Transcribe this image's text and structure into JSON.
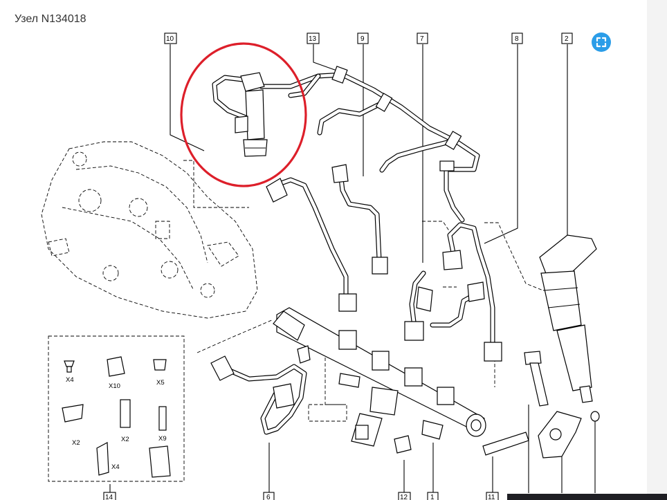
{
  "header": {
    "title": "Узел N134018"
  },
  "colors": {
    "highlight": "#dd1f2a",
    "accent": "#2b9de8"
  },
  "callouts": [
    {
      "id": "c10",
      "label": "10"
    },
    {
      "id": "c13",
      "label": "13"
    },
    {
      "id": "c9",
      "label": "9"
    },
    {
      "id": "c7",
      "label": "7"
    },
    {
      "id": "c8",
      "label": "8"
    },
    {
      "id": "c2",
      "label": "2"
    },
    {
      "id": "c14",
      "label": "14"
    },
    {
      "id": "c6",
      "label": "6"
    },
    {
      "id": "c12",
      "label": "12"
    },
    {
      "id": "c1",
      "label": "1"
    },
    {
      "id": "c11",
      "label": "11"
    }
  ],
  "kit_labels": [
    "X4",
    "X10",
    "X5",
    "X2",
    "X2",
    "X9",
    "X4"
  ],
  "icons": {
    "expand": "expand-icon"
  }
}
